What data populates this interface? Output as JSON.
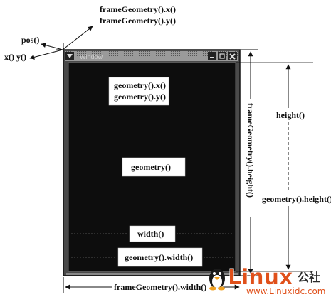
{
  "labels": {
    "frame_x": "frameGeometry().x()",
    "frame_y": "frameGeometry().y()",
    "pos": "pos()",
    "xy": "x() y()",
    "geom_x": "geometry().x()",
    "geom_y": "geometry().y()",
    "geometry": "geometry()",
    "width": "width()",
    "geom_width": "geometry().width()",
    "frame_width": "frameGeometry().width()",
    "frame_height": "frameGeometry().height()",
    "height": "height()",
    "geom_height": "geometry().height()"
  },
  "window": {
    "title": "Window"
  },
  "watermark": {
    "brand": "Linux",
    "suffix": "公社",
    "url": "www.Linuxidc.com"
  },
  "colors": {
    "client_area": "#0d0d0d",
    "frame_border": "#3a3a3a",
    "title_bar": "#8a8a8a",
    "watermark_orange": "#e0501a"
  }
}
